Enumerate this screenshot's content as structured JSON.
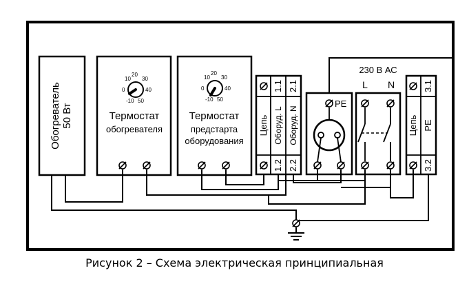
{
  "heater": {
    "label_line1": "Обогреватель",
    "label_line2": "50 Вт"
  },
  "heater_thermostat": {
    "title": "Термостат",
    "subtitle": "обогревателя",
    "dial_labels": [
      "10",
      "20",
      "30",
      "0",
      "40",
      "-10",
      "50"
    ]
  },
  "prestart_thermostat": {
    "title": "Термостат",
    "subtitle_line1": "предстарта",
    "subtitle_line2": "оборудования",
    "dial_labels": [
      "10",
      "20",
      "30",
      "0",
      "40",
      "-10",
      "50"
    ]
  },
  "terminal_block_1": {
    "col1": "Цепь",
    "col2": "Оборуд. L",
    "col3": "Оборуд. N",
    "num_top_2": "1.1",
    "num_top_3": "2.1",
    "num_bot_2": "1.2",
    "num_bot_3": "2.2"
  },
  "socket": {
    "pe_label": "PE"
  },
  "supply": {
    "title": "230 В АС",
    "l_label": "L",
    "n_label": "N"
  },
  "terminal_block_2": {
    "col1": "Цепь",
    "col2": "PE",
    "num_top": "3.1",
    "num_bot": "3.2"
  },
  "caption": "Рисунок 2 – Схема электрическая принципиальная"
}
